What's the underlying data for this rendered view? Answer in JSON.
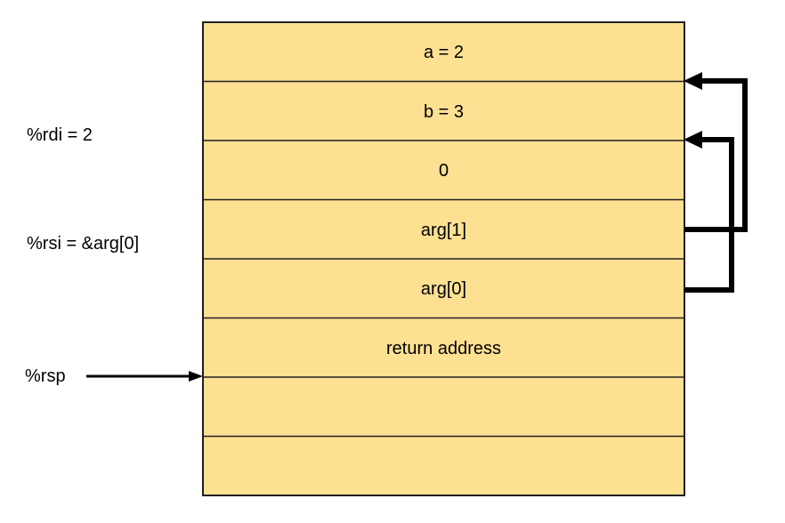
{
  "stack": {
    "fill": "#FDE092",
    "border_color": "#1F1F1F",
    "rows": [
      {
        "label": "a = 2"
      },
      {
        "label": "b = 3"
      },
      {
        "label": "0"
      },
      {
        "label": "arg[1]"
      },
      {
        "label": "arg[0]"
      },
      {
        "label": "return address"
      },
      {
        "label": ""
      },
      {
        "label": ""
      }
    ]
  },
  "registers": {
    "rdi": "%rdi = 2",
    "rsi": "%rsi = &arg[0]",
    "rsp": "%rsp"
  },
  "arrows": {
    "color": "#000000",
    "arg1_target": "boundary between a = 2 and b = 3",
    "arg0_target": "boundary between b = 3 and 0",
    "rsp_target": "boundary below return address"
  }
}
